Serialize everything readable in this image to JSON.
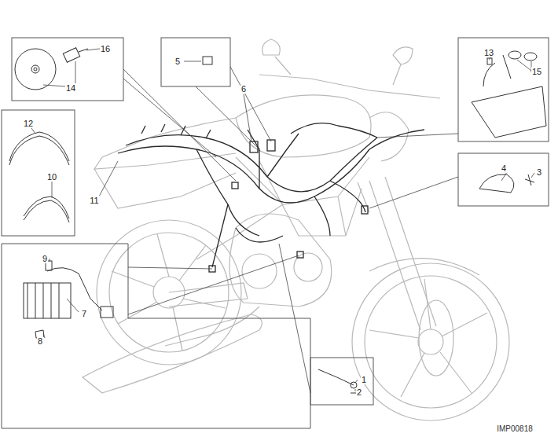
{
  "diagram": {
    "labels": [
      "16",
      "14",
      "5",
      "6",
      "13",
      "15",
      "12",
      "10",
      "11",
      "4",
      "3",
      "9",
      "8",
      "7",
      "1",
      "2",
      "IMP00818"
    ]
  }
}
